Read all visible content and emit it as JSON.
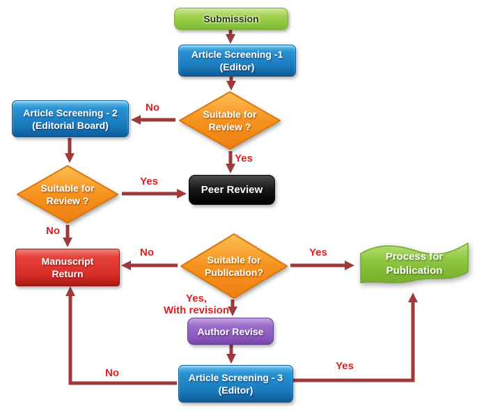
{
  "diagram": {
    "title_hint": "journal-article-review-flowchart",
    "nodes": {
      "submission": {
        "lines": [
          "Submission"
        ]
      },
      "screening1": {
        "lines": [
          "Article Screening -1",
          "(Editor)"
        ]
      },
      "suitable_review_1": {
        "lines": [
          "Suitable for",
          "Review ?"
        ]
      },
      "screening2": {
        "lines": [
          "Article Screening - 2",
          "(Editorial Board)"
        ]
      },
      "suitable_review_2": {
        "lines": [
          "Suitable for",
          "Review ?"
        ]
      },
      "peer_review": {
        "lines": [
          "Peer Review"
        ]
      },
      "suitable_publication": {
        "lines": [
          "Suitable for",
          "Publication?"
        ]
      },
      "process_publication": {
        "lines": [
          "Process for",
          "Publication"
        ]
      },
      "manuscript_return": {
        "lines": [
          "Manuscript",
          "Return"
        ]
      },
      "author_revise": {
        "lines": [
          "Author Revise"
        ]
      },
      "screening3": {
        "lines": [
          "Article Screening - 3",
          "(Editor)"
        ]
      }
    },
    "edge_labels": {
      "no_review1": "No",
      "yes_review1": "Yes",
      "yes_review2": "Yes",
      "no_review2": "No",
      "no_publication": "No",
      "yes_publication": "Yes",
      "yes_with_revision": {
        "lines": [
          "Yes,",
          "With revision"
        ]
      },
      "no_screening3": "No",
      "yes_screening3": "Yes"
    },
    "colors": {
      "green_box": "#8cc63f",
      "blue_box": "#1878ba",
      "orange_diamond": "#f6921e",
      "black_box": "#000000",
      "red_box": "#d92e27",
      "purple_box": "#8a57bd",
      "flag_green": "#8cc63f",
      "arrow": "#9e3a3a",
      "label_red": "#e61b1f",
      "box_text": "#ffffff",
      "submission_text": "#26350a"
    }
  }
}
